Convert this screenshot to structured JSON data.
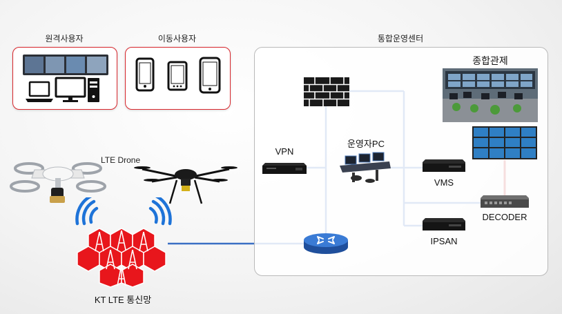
{
  "labels": {
    "remote_users": "원격사용자",
    "mobile_users": "이동사용자",
    "integrated_center": "통합운영센터",
    "integrated_control": "종합관제",
    "operator_pc": "운영자PC",
    "vpn": "VPN",
    "vms": "VMS",
    "decoder": "DECODER",
    "ipsan": "IPSAN",
    "lte_drone": "LTE Drone",
    "kt_lte_network": "KT LTE 통신망"
  },
  "colors": {
    "box_border_red": "#d8262c",
    "network_line": "#3a6fc4",
    "video_link": "#c0282c",
    "lte_red": "#e8161c",
    "signal_blue": "#1e73d8"
  }
}
